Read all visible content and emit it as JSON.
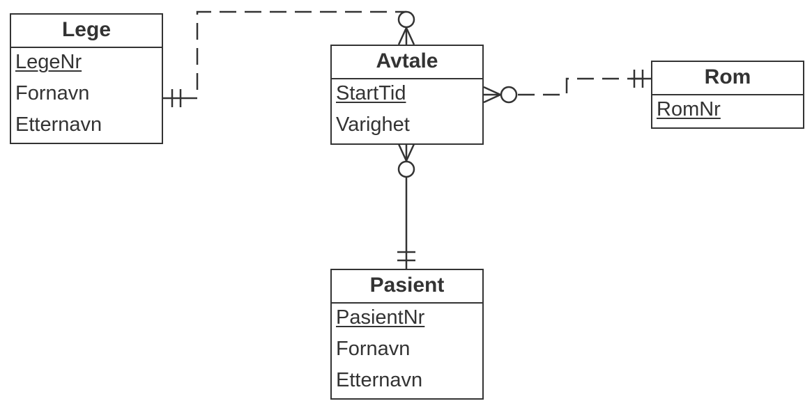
{
  "entities": {
    "lege": {
      "name": "Lege",
      "attributes": [
        {
          "label": "LegeNr",
          "primary_key": true
        },
        {
          "label": "Fornavn",
          "primary_key": false
        },
        {
          "label": "Etternavn",
          "primary_key": false
        }
      ]
    },
    "avtale": {
      "name": "Avtale",
      "attributes": [
        {
          "label": "StartTid",
          "primary_key": true
        },
        {
          "label": "Varighet",
          "primary_key": false
        }
      ]
    },
    "rom": {
      "name": "Rom",
      "attributes": [
        {
          "label": "RomNr",
          "primary_key": true
        }
      ]
    },
    "pasient": {
      "name": "Pasient",
      "attributes": [
        {
          "label": "PasientNr",
          "primary_key": true
        },
        {
          "label": "Fornavn",
          "primary_key": false
        },
        {
          "label": "Etternavn",
          "primary_key": false
        }
      ]
    }
  },
  "relationships": [
    {
      "from": "Lege",
      "from_cardinality": "exactly-one",
      "to": "Avtale",
      "to_cardinality": "zero-or-many",
      "line_style": "dashed"
    },
    {
      "from": "Rom",
      "from_cardinality": "exactly-one",
      "to": "Avtale",
      "to_cardinality": "zero-or-many",
      "line_style": "dashed"
    },
    {
      "from": "Pasient",
      "from_cardinality": "exactly-one",
      "to": "Avtale",
      "to_cardinality": "zero-or-many",
      "line_style": "solid"
    }
  ],
  "colors": {
    "line": "#333333",
    "background": "#ffffff"
  }
}
